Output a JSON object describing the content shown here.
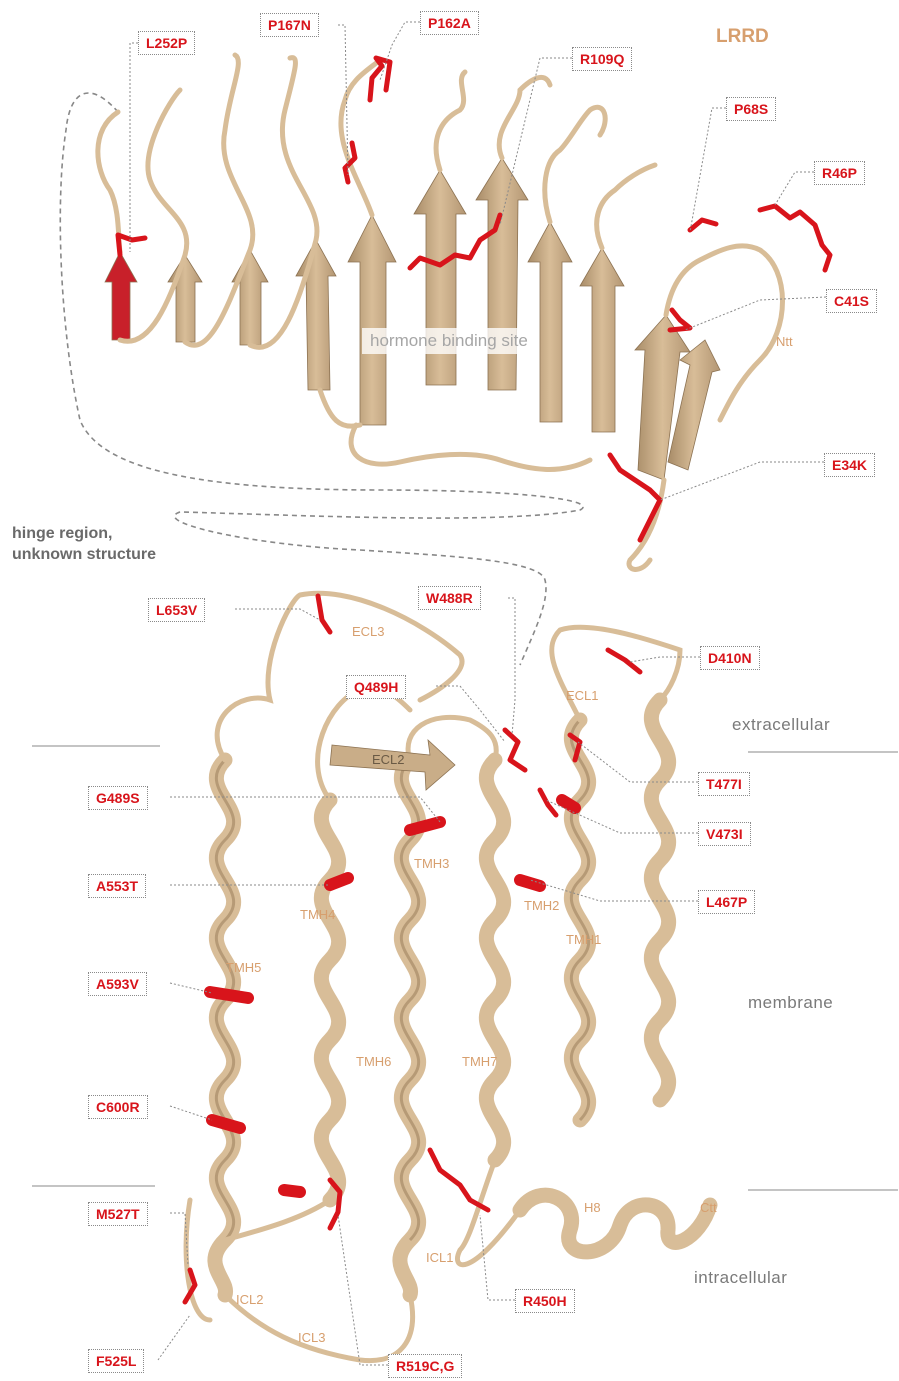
{
  "title": "LRRD",
  "hinge_label": [
    "hinge region,",
    "unknown structure"
  ],
  "binding_site_label": "hormone binding site",
  "regions": {
    "extracellular": "extracellular",
    "membrane": "membrane",
    "intracellular": "intracellular"
  },
  "domain_labels": {
    "ntt": "Ntt",
    "ctt": "Ctt",
    "h8": "H8",
    "ecl1": "ECL1",
    "ecl2": "ECL2",
    "ecl3": "ECL3",
    "icl1": "ICL1",
    "icl2": "ICL2",
    "icl3": "ICL3",
    "tmh1": "TMH1",
    "tmh2": "TMH2",
    "tmh3": "TMH3",
    "tmh4": "TMH4",
    "tmh5": "TMH5",
    "tmh6": "TMH6",
    "tmh7": "TMH7"
  },
  "mutations": {
    "l252p": "L252P",
    "p167n": "P167N",
    "p162a": "P162A",
    "r109q": "R109Q",
    "p68s": "P68S",
    "r46p": "R46P",
    "c41s": "C41S",
    "e34k": "E34K",
    "l653v": "L653V",
    "w488r": "W488R",
    "d410n": "D410N",
    "q489h": "Q489H",
    "g489s": "G489S",
    "t477i": "T477I",
    "v473i": "V473I",
    "a553t": "A553T",
    "l467p": "L467P",
    "a593v": "A593V",
    "c600r": "C600R",
    "m527t": "M527T",
    "r450h": "R450H",
    "f525l": "F525L",
    "r519cg": "R519C,G"
  },
  "colors": {
    "ribbon": "#d8bd98",
    "ribbon_dark": "#a88c68",
    "mutation": "#d8141b",
    "label_text": "#d79f6e",
    "region_text": "#7a7a7a"
  }
}
